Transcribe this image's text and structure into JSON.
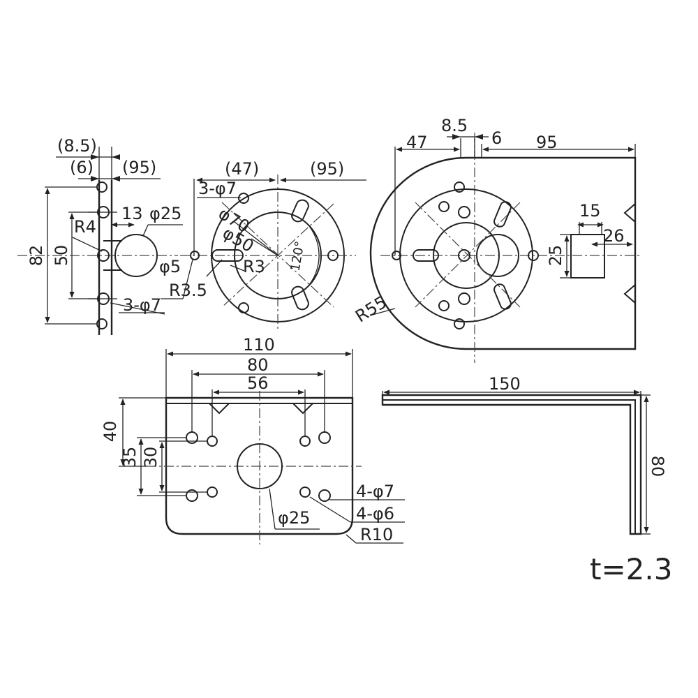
{
  "colors": {
    "line": "#222222",
    "background": "#ffffff"
  },
  "side_view": {
    "d_8_5": "(8.5)",
    "d_6": "(6)",
    "d_95": "(95)",
    "d_82": "82",
    "d_50": "50",
    "d_13": "13",
    "d_r4": "R4",
    "d_phi25": "φ25",
    "d_holes": "3-φ7"
  },
  "round_plate": {
    "d_47": "(47)",
    "d_95": "(95)",
    "d_holes": "3-φ7",
    "d_phi70": "φ70",
    "d_phi50": "φ50",
    "d_angle": "120°",
    "d_phi5": "φ5",
    "d_r3": "R3",
    "d_r3_5": "R3.5"
  },
  "top_view": {
    "d_8_5": "8.5",
    "d_47": "47",
    "d_6": "6",
    "d_95": "95",
    "d_15": "15",
    "d_26": "26",
    "d_25": "25",
    "d_r55": "R55"
  },
  "front_view": {
    "d_110": "110",
    "d_80": "80",
    "d_56": "56",
    "d_40": "40",
    "d_35": "35",
    "d_30": "30",
    "d_phi25": "φ25",
    "d_holes7": "4-φ7",
    "d_holes6": "4-φ6",
    "d_r10": "R10"
  },
  "profile_view": {
    "d_150": "150",
    "d_80": "80"
  },
  "thickness": "t=2.3"
}
